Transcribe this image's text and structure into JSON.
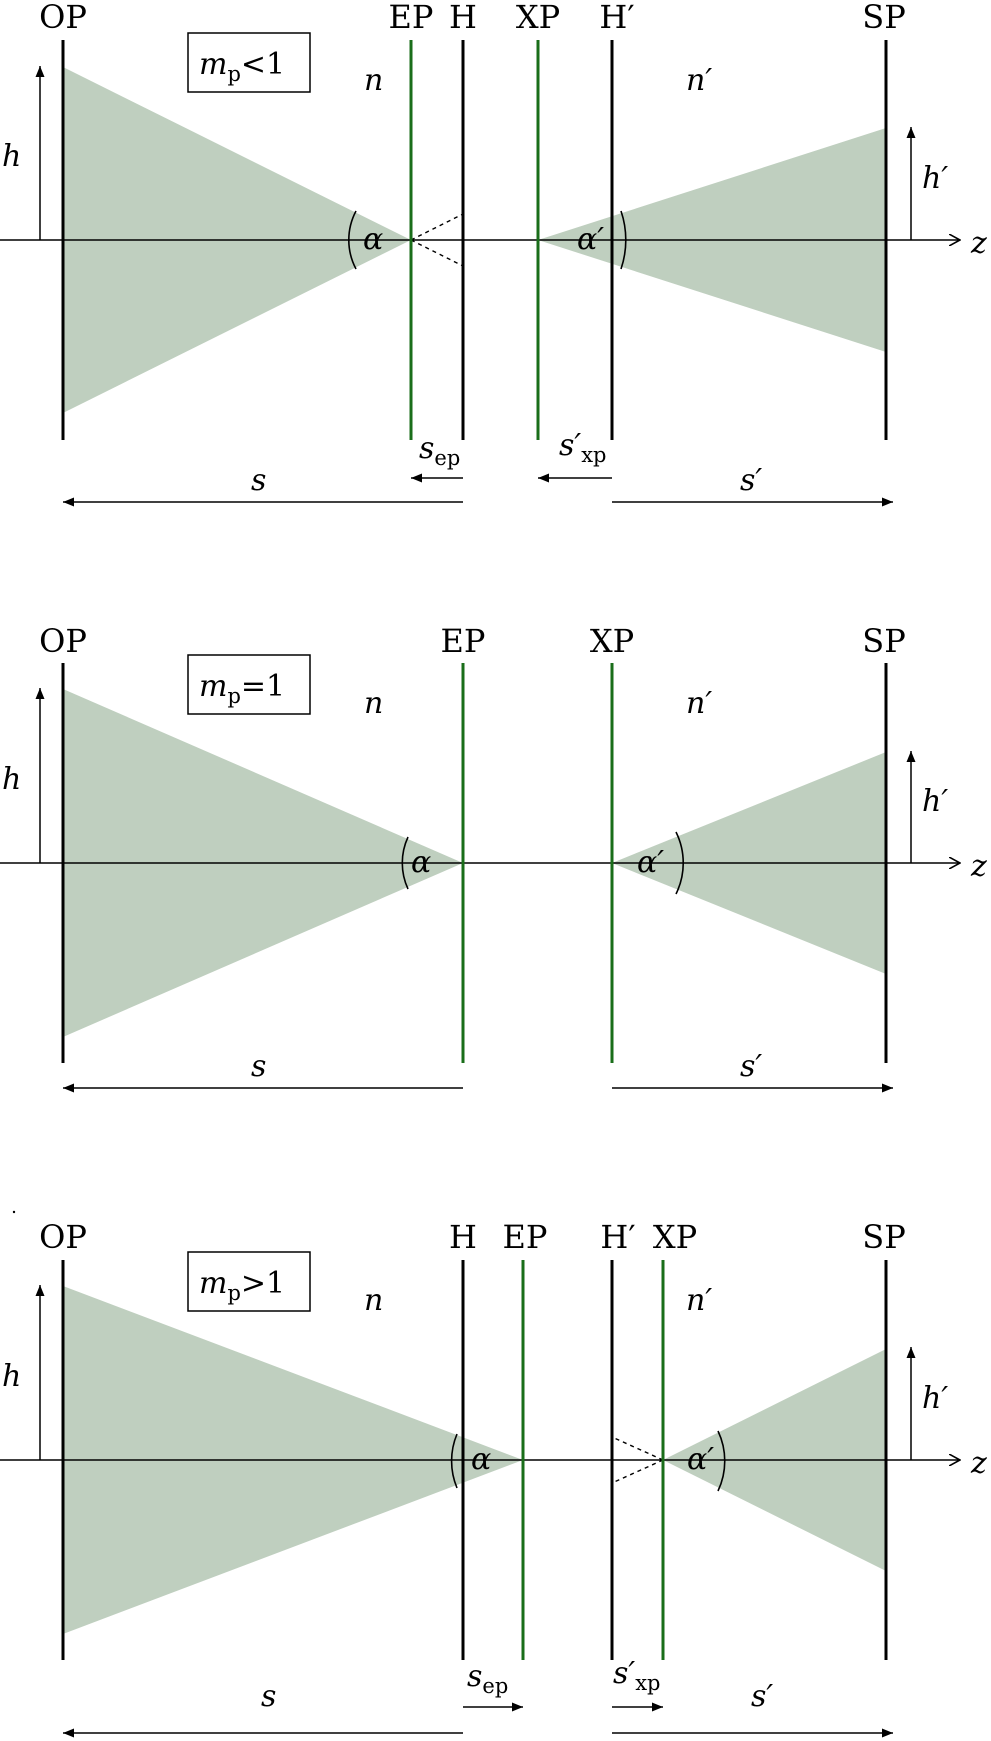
{
  "colors": {
    "cone_fill": "#bfcfbf",
    "pupil_line": "#1a6e1a",
    "plane_line": "#000000"
  },
  "symbols": {
    "h": "h",
    "h_prime": "h′",
    "z": "z",
    "n": "n",
    "n_prime": "n′",
    "s": "s",
    "s_prime": "s′",
    "alpha": "α",
    "alpha_prime": "α′",
    "s_ep_main": "s",
    "s_ep_sub": "ep",
    "s_xp_main": "s′",
    "s_xp_sub": "xp"
  },
  "panels": [
    {
      "case_main": "m",
      "case_sub": "p",
      "case_relation": "<1",
      "planes": {
        "object": "OP",
        "entrance_pupil": "EP",
        "principal": "H",
        "exit_pupil": "XP",
        "principal_prime": "H′",
        "image": "SP"
      }
    },
    {
      "case_main": "m",
      "case_sub": "p",
      "case_relation": "=1",
      "planes": {
        "object": "OP",
        "entrance_pupil": "EP",
        "exit_pupil": "XP",
        "image": "SP"
      }
    },
    {
      "case_main": "m",
      "case_sub": "p",
      "case_relation": ">1",
      "planes": {
        "object": "OP",
        "principal": "H",
        "entrance_pupil": "EP",
        "principal_prime": "H′",
        "exit_pupil": "XP",
        "image": "SP"
      }
    }
  ]
}
